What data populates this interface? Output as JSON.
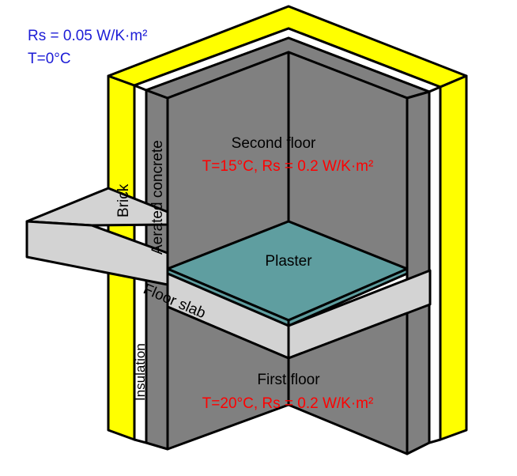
{
  "outside": {
    "rs": "Rs = 0.05 W/K·m²",
    "temp": "T=0°C",
    "color": "#1c1cd6"
  },
  "layers": {
    "brick": "Brick",
    "aerated": "Aerated concrete",
    "insulation": "Insulation",
    "plaster": "Plaster",
    "slab": "Floor slab"
  },
  "floors": {
    "second": {
      "name": "Second floor",
      "cond": "T=15°C, Rs = 0.2 W/K·m²"
    },
    "first": {
      "name": "First floor",
      "cond": "T=20°C, Rs = 0.2 W/K·m²"
    }
  },
  "colors": {
    "brick": "#ffff00",
    "insulation": "#ffffff",
    "concrete": "#808080",
    "plaster": "#5f9ea0",
    "slab": "#d3d3d3",
    "condition_text": "#ff0000"
  }
}
